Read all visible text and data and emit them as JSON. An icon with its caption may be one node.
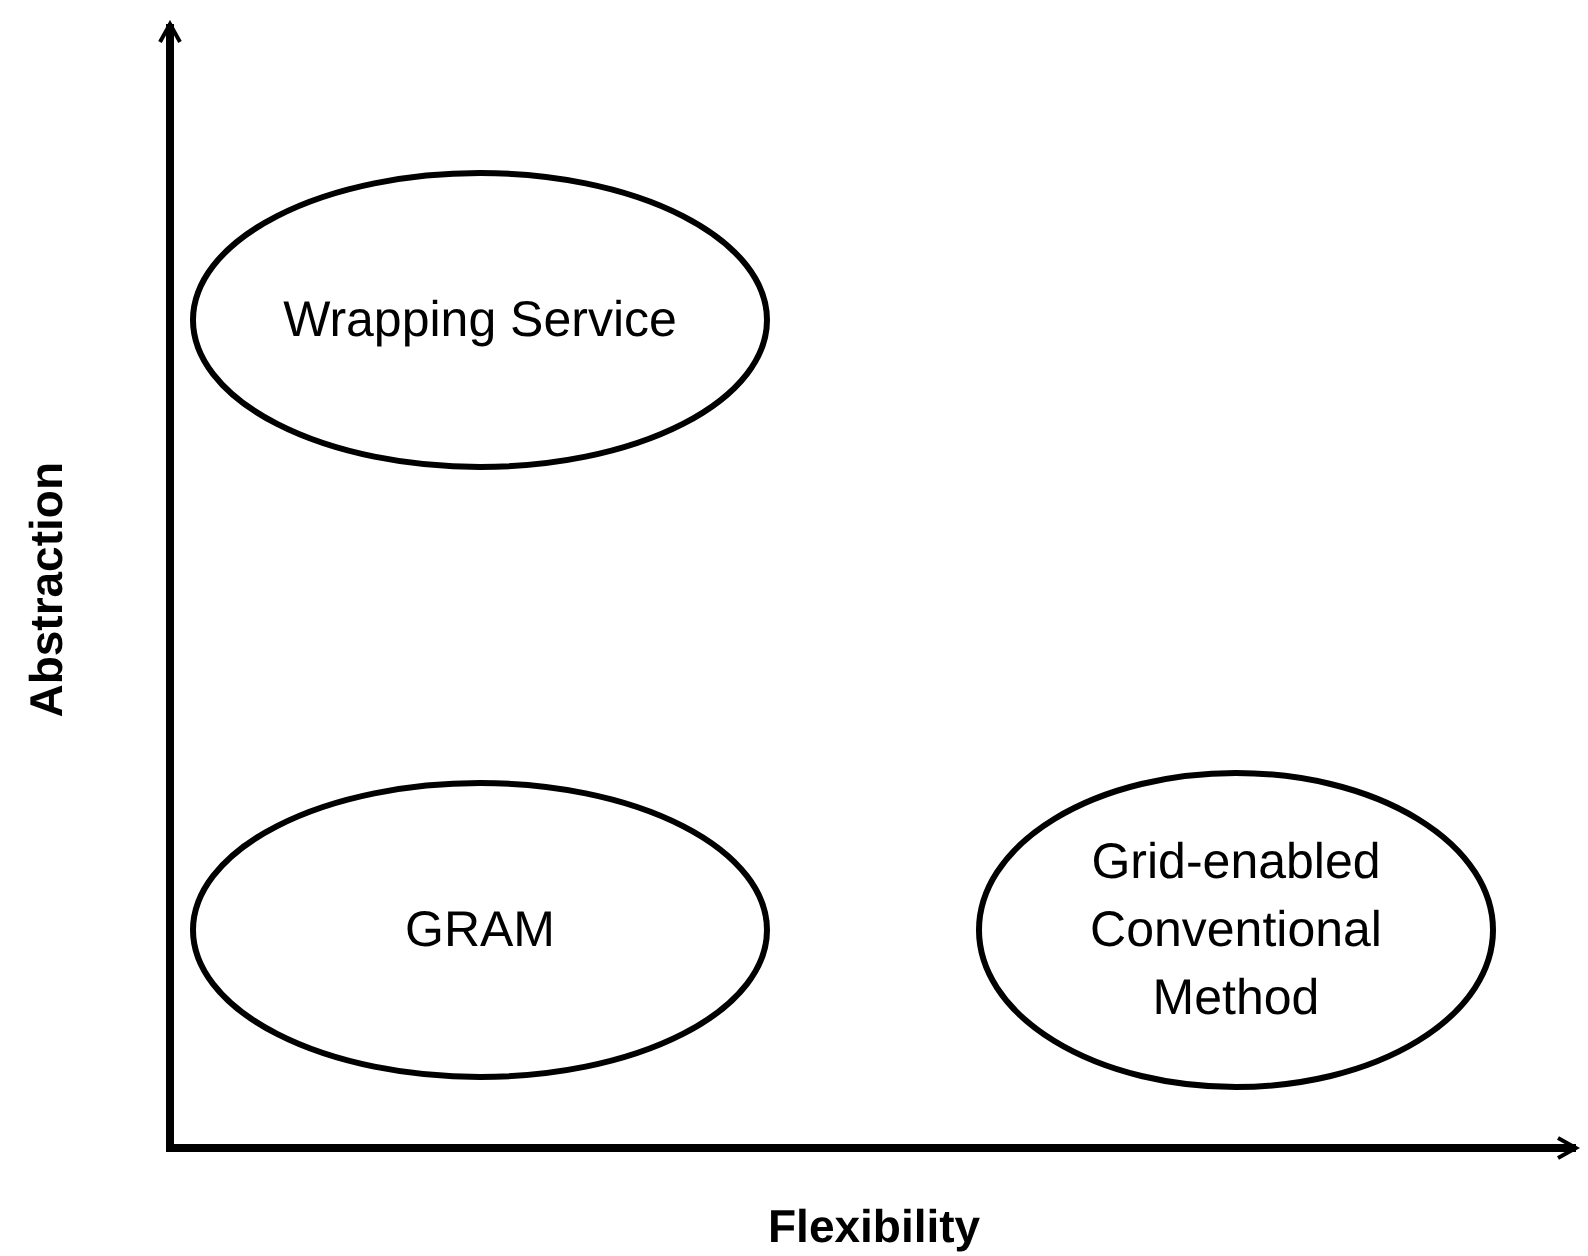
{
  "diagram": {
    "nodes": [
      {
        "text": [
          "Wrapping Service"
        ]
      },
      {
        "text": [
          "GRAM"
        ]
      },
      {
        "text": [
          "Grid-enabled Conventional Method"
        ]
      }
    ],
    "labels": [
      "Abstraction",
      "Flexibility"
    ]
  }
}
